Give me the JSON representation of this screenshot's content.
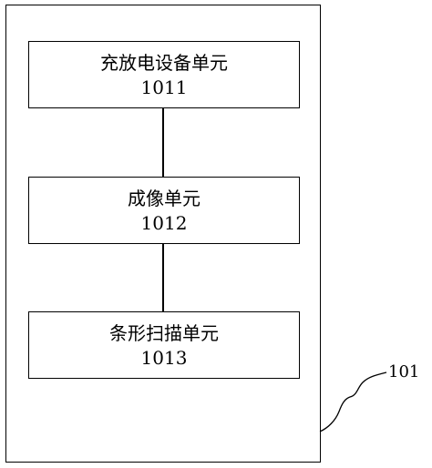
{
  "diagram": {
    "module_ref": "101",
    "units": [
      {
        "name": "充放电设备单元",
        "code": "1011"
      },
      {
        "name": "成像单元",
        "code": "1012"
      },
      {
        "name": "条形扫描单元",
        "code": "1013"
      }
    ]
  }
}
